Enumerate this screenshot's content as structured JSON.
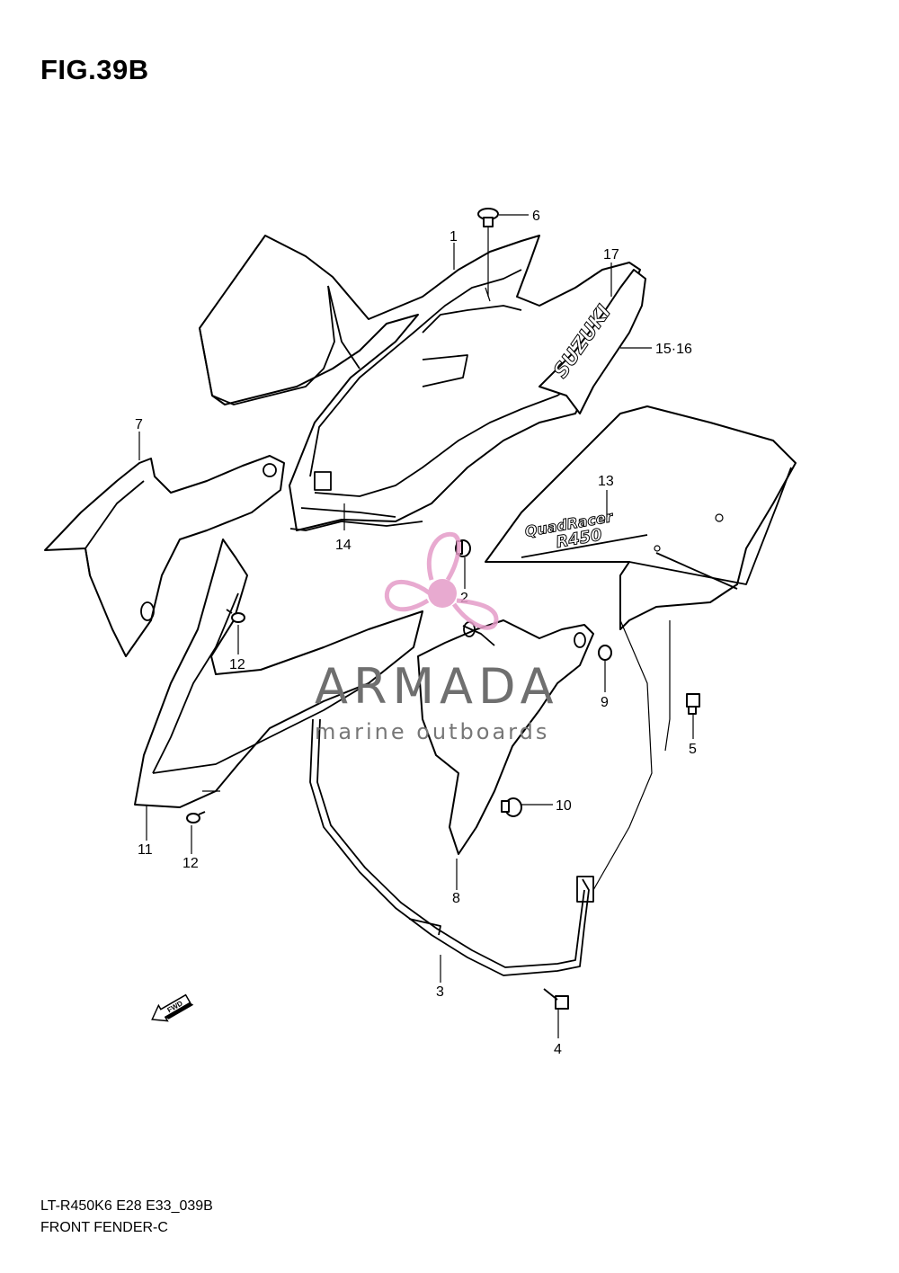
{
  "figure": {
    "title": "FIG.39B",
    "code": "LT-R450K6 E28 E33_039B",
    "name": "FRONT FENDER-C"
  },
  "callouts": {
    "c1": "1",
    "c2": "2",
    "c3": "3",
    "c4": "4",
    "c5": "5",
    "c6": "6",
    "c7": "7",
    "c8": "8",
    "c9": "9",
    "c10": "10",
    "c11": "11",
    "c12a": "12",
    "c12b": "12",
    "c13": "13",
    "c14": "14",
    "c15_16": "15·16",
    "c17": "17"
  },
  "decals": {
    "brand": "SUZUKI",
    "model_line1": "QuadRacer",
    "model_line2": "R450"
  },
  "fwd_marker": "FWD",
  "watermark": {
    "brand": "ARMADA",
    "tagline": "marine outboards",
    "logo_color": "#e59cc8"
  }
}
